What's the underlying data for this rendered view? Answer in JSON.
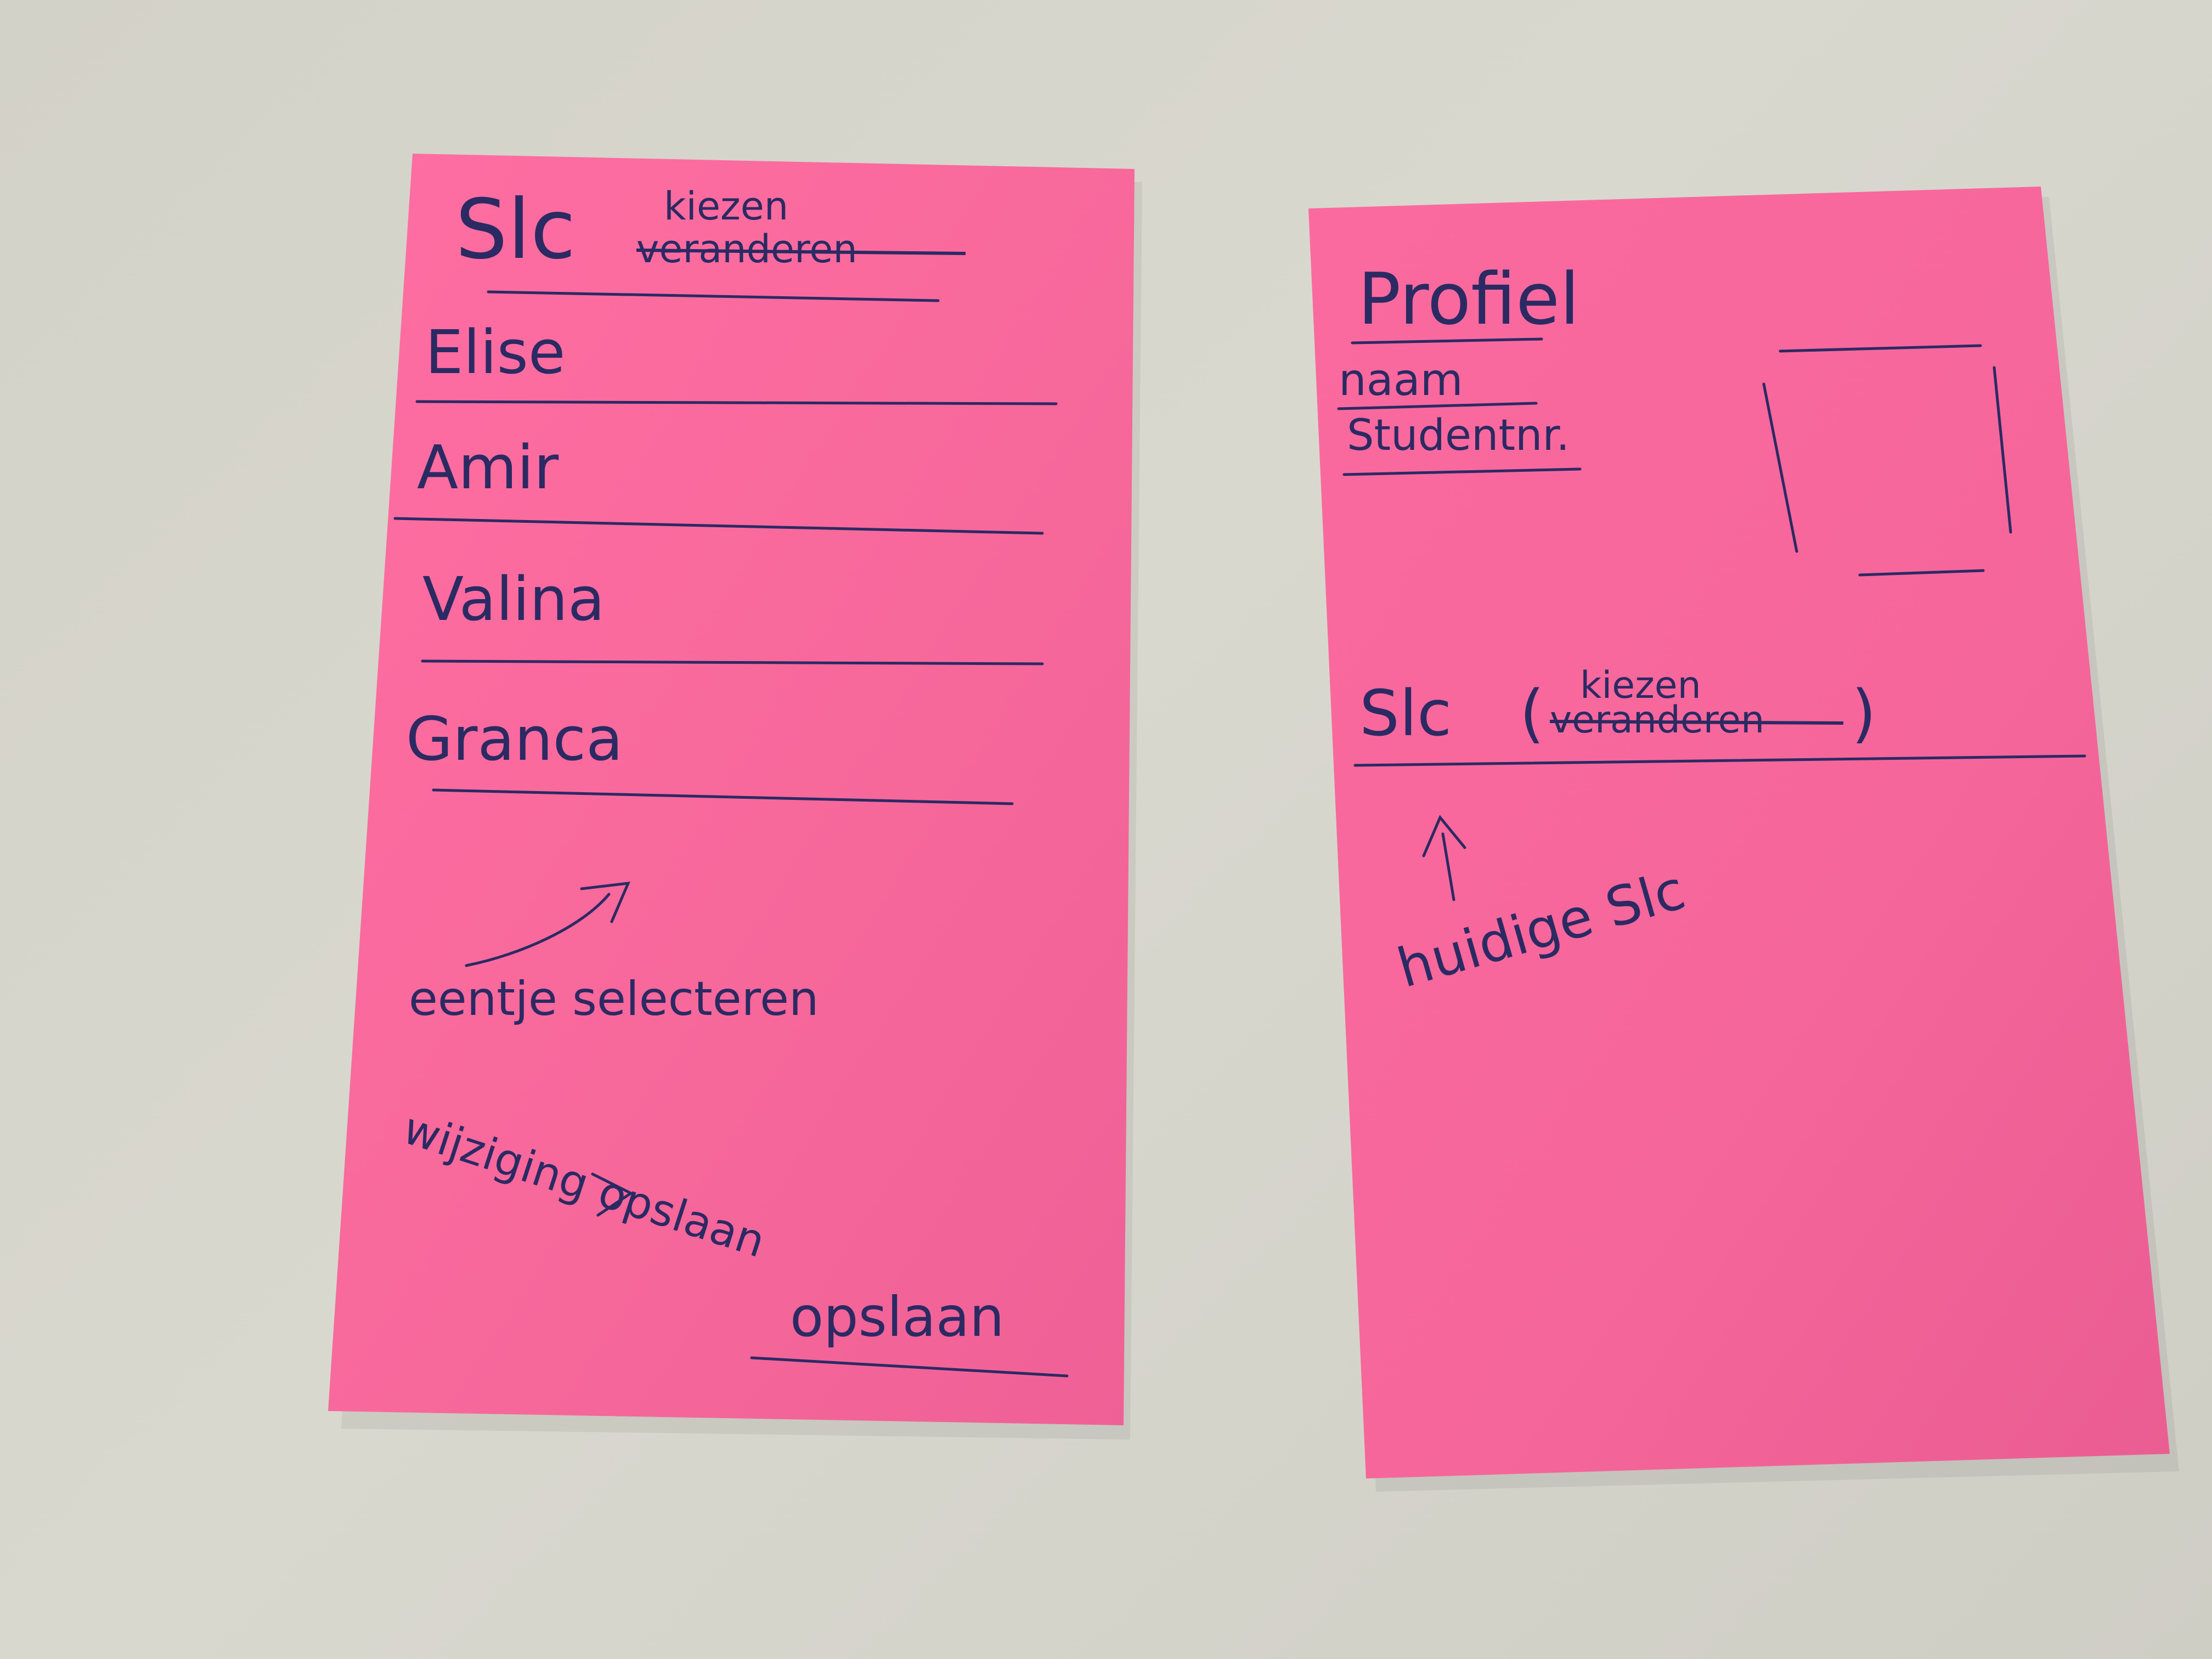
{
  "colors": {
    "background": "#d6d5cc",
    "sticky_note": "#f7689b",
    "ink": "#2b2a63"
  },
  "left_screen": {
    "title": "Slc",
    "title_action_new": "kiezen",
    "title_action_old": "veranderen",
    "list_items": [
      "Elise",
      "Amir",
      "Valina",
      "Granca"
    ],
    "hint": "eentje selecteren",
    "note": "wijziging opslaan",
    "save_button": "opslaan"
  },
  "right_screen": {
    "title": "Profiel",
    "field_name": "naam",
    "field_student_number": "Studentnr.",
    "photo_placeholder": "photo-frame",
    "slc_label": "Slc",
    "slc_action_new": "kiezen",
    "slc_action_old": "veranderen",
    "annotation": "huidige Slc"
  }
}
